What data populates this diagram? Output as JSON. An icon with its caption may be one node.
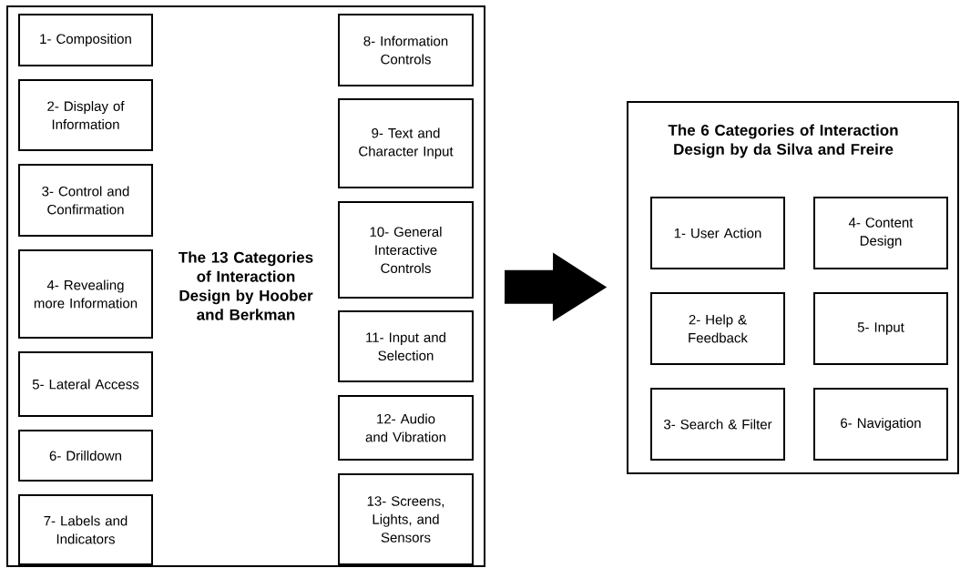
{
  "diagram": {
    "nodes": [
      {
        "text": [
          "The 13 Categories of Interaction Design by Hoober and Berkman"
        ]
      },
      {
        "text": [
          "1- Composition"
        ],
        "in": 0
      },
      {
        "text": [
          "2- Display of Information"
        ],
        "in": 0
      },
      {
        "text": [
          "3- Control and Confirmation"
        ],
        "in": 0
      },
      {
        "text": [
          "4- Revealing more Information"
        ],
        "in": 0
      },
      {
        "text": [
          "5- Lateral Access"
        ],
        "in": 0
      },
      {
        "text": [
          "6- Drilldown"
        ],
        "in": 0
      },
      {
        "text": [
          "7- Labels and Indicators"
        ],
        "in": 0
      },
      {
        "text": [
          "8- Information Controls"
        ],
        "in": 0
      },
      {
        "text": [
          "9- Text and Character Input"
        ],
        "in": 0
      },
      {
        "text": [
          "10- General Interactive Controls"
        ],
        "in": 0
      },
      {
        "text": [
          "11- Input and Selection"
        ],
        "in": 0
      },
      {
        "text": [
          "12- Audio and Vibration"
        ],
        "in": 0
      },
      {
        "text": [
          "13- Screens, Lights, and Sensors"
        ],
        "in": 0
      },
      {
        "text": [
          "The 6 Categories of Interaction Design by da Silva and Freire"
        ]
      },
      {
        "text": [
          "1- User Action"
        ],
        "in": 14
      },
      {
        "text": [
          "2- Help & Feedback"
        ],
        "in": 14
      },
      {
        "text": [
          "3- Search & Filter"
        ],
        "in": 14
      },
      {
        "text": [
          "4- Content Design"
        ],
        "in": 14
      },
      {
        "text": [
          "5- Input"
        ],
        "in": 14
      },
      {
        "text": [
          "6- Navigation"
        ],
        "in": 14
      }
    ],
    "edges": [
      {
        "from": 0,
        "to": 14,
        "arrow": "to"
      }
    ]
  }
}
